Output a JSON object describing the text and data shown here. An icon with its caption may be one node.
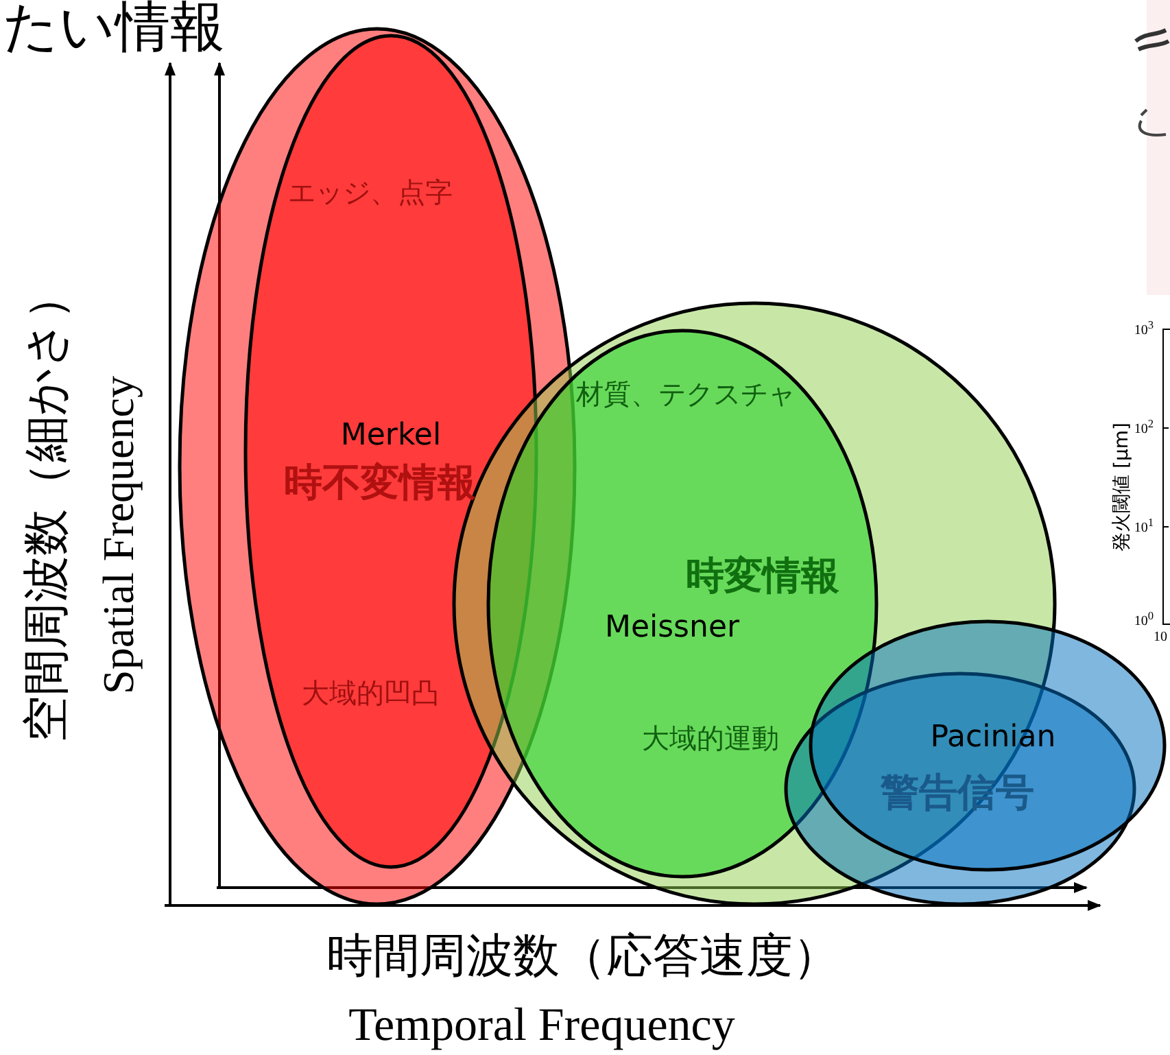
{
  "diagram": {
    "title": "たい情報",
    "nodes": [
      {
        "text": [],
        "shape": "ellipse"
      },
      {
        "text": [
          "エッジ、点字",
          "Merkel",
          "時不変情報",
          "大域的凹凸"
        ],
        "in": 0
      },
      {
        "text": [],
        "shape": "ellipse"
      },
      {
        "text": [
          "材質、テクスチャ",
          "時変情報",
          "Meissner",
          "大域的運動"
        ],
        "in": 2
      },
      {
        "text": [
          "Pacinian",
          "警告信号"
        ]
      },
      {
        "text": [],
        "shape": "ellipse"
      }
    ],
    "edges": [],
    "labels": [
      "空間周波数（細かさ）",
      "Spatial Frequency",
      "時間周波数（応答速度）",
      "Temporal Frequency",
      "発火閾値 [μm]",
      "10$^{3}$",
      "10$^{2}$",
      "10$^{1}$",
      "10$^{0}$",
      "10"
    ]
  }
}
